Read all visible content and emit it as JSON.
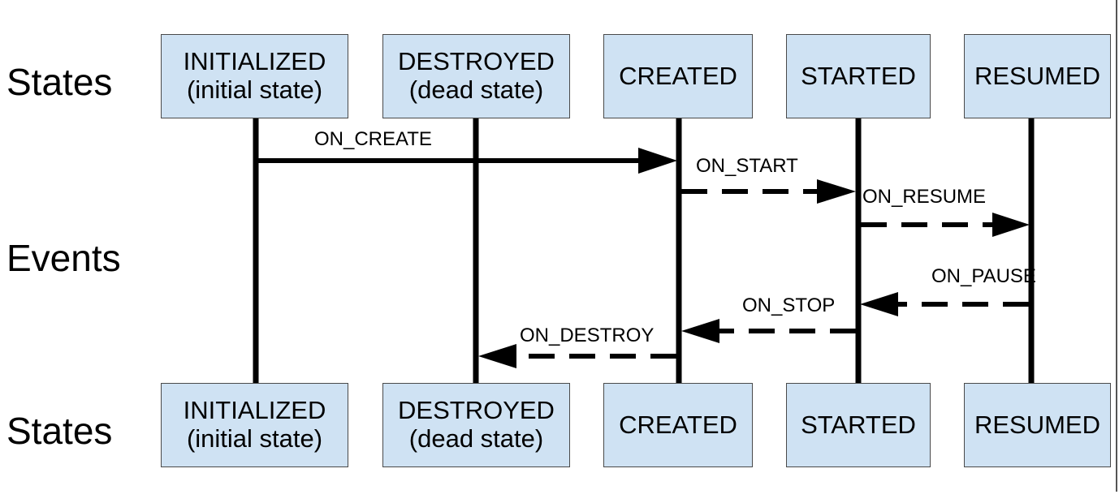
{
  "row_labels": {
    "top": "States",
    "middle": "Events",
    "bottom": "States"
  },
  "states": [
    {
      "key": "initialized",
      "line1": "INITIALIZED",
      "line2": "(initial state)"
    },
    {
      "key": "destroyed",
      "line1": "DESTROYED",
      "line2": "(dead state)"
    },
    {
      "key": "created",
      "line1": "CREATED",
      "line2": ""
    },
    {
      "key": "started",
      "line1": "STARTED",
      "line2": ""
    },
    {
      "key": "resumed",
      "line1": "RESUMED",
      "line2": ""
    }
  ],
  "events": [
    {
      "key": "on_create",
      "label": "ON_CREATE",
      "from": "INITIALIZED",
      "to": "CREATED",
      "style": "solid"
    },
    {
      "key": "on_start",
      "label": "ON_START",
      "from": "CREATED",
      "to": "STARTED",
      "style": "dashed"
    },
    {
      "key": "on_resume",
      "label": "ON_RESUME",
      "from": "STARTED",
      "to": "RESUMED",
      "style": "dashed"
    },
    {
      "key": "on_pause",
      "label": "ON_PAUSE",
      "from": "RESUMED",
      "to": "STARTED",
      "style": "dashed"
    },
    {
      "key": "on_stop",
      "label": "ON_STOP",
      "from": "STARTED",
      "to": "CREATED",
      "style": "dashed"
    },
    {
      "key": "on_destroy",
      "label": "ON_DESTROY",
      "from": "CREATED",
      "to": "DESTROYED",
      "style": "dashed"
    }
  ],
  "colors": {
    "state_fill": "#cfe2f3",
    "state_border": "#4a4a4a",
    "line": "#000000"
  }
}
